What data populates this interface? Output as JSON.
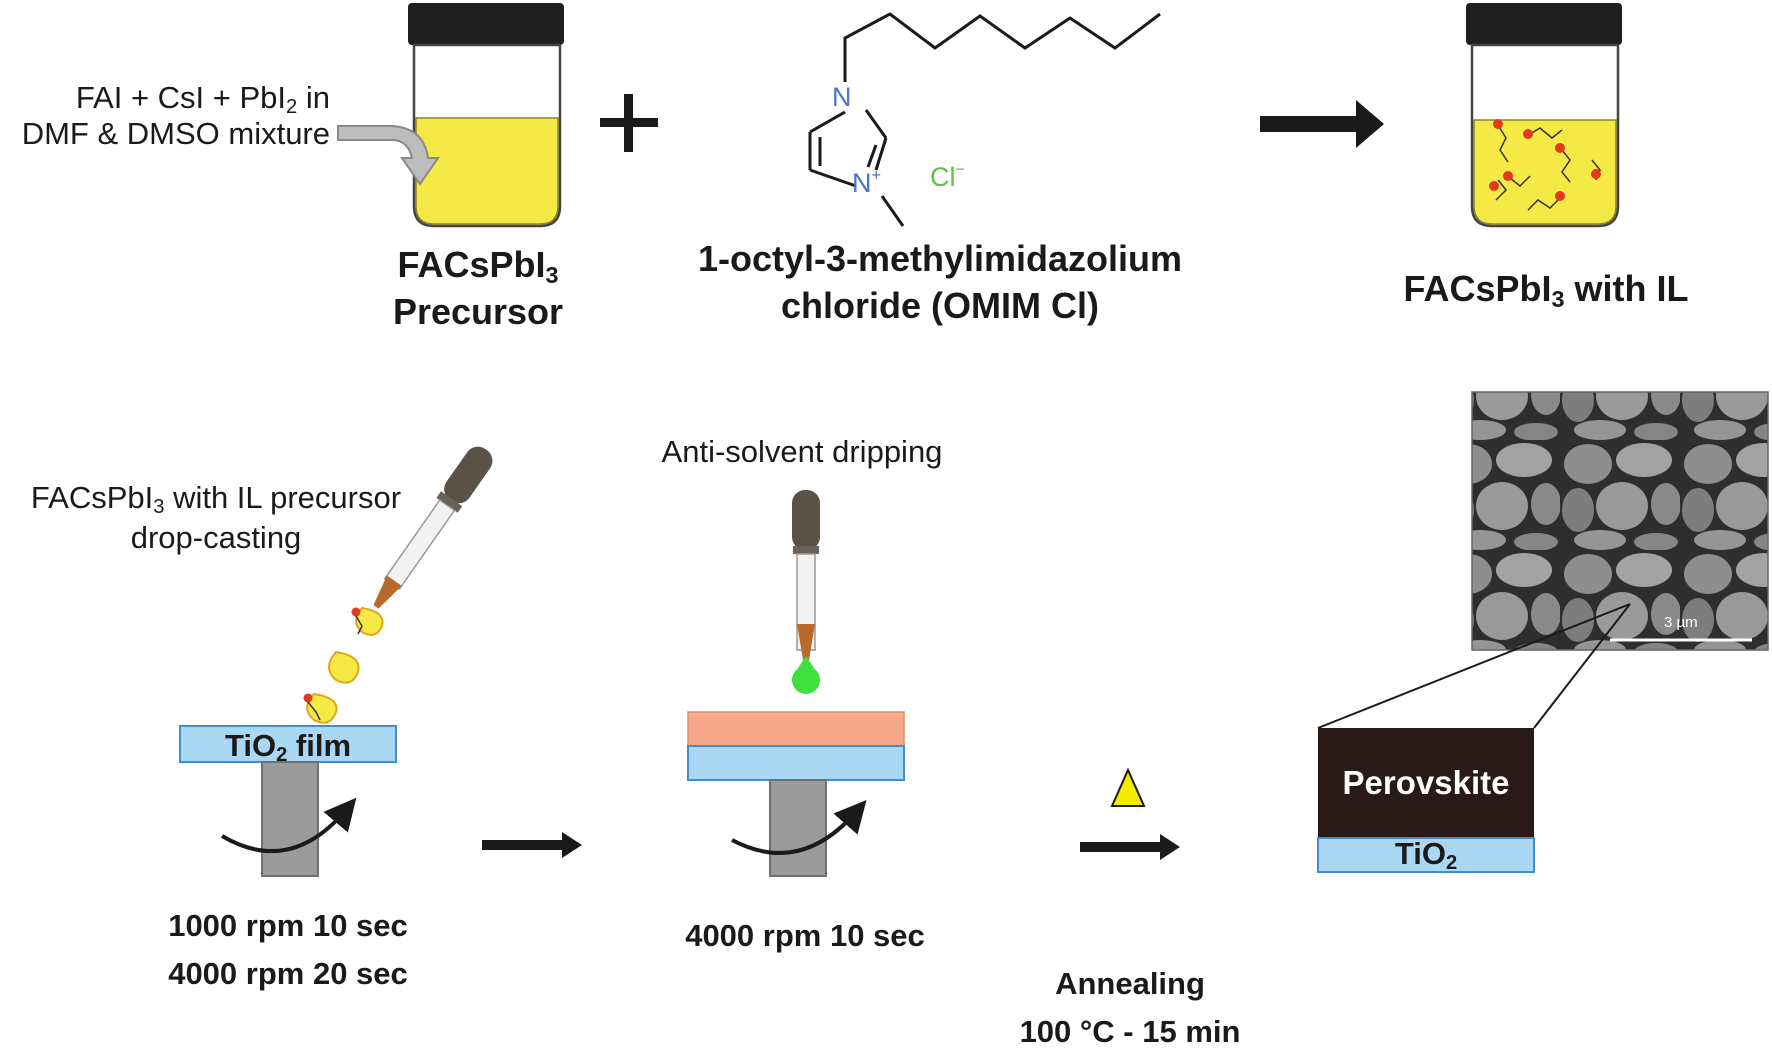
{
  "top": {
    "precursor_input": {
      "line1": "FAI + CsI + PbI",
      "line1_sub": "2",
      "line1_end": " in",
      "line2": "DMF & DMSO mixture"
    },
    "precursor_label": {
      "line1": "FACsPbI",
      "line1_sub": "3",
      "line2": "Precursor"
    },
    "plus_sign": "+",
    "molecule": {
      "atom_n1": "N",
      "atom_n2": "N",
      "charge_plus": "+",
      "anion": "Cl",
      "anion_charge": "−",
      "name_line1": "1-octyl-3-methylimidazolium",
      "name_line2": "chloride (OMIM Cl)"
    },
    "product_label": {
      "pre": "FACsPbI",
      "sub": "3",
      "post": " with IL"
    }
  },
  "bottom": {
    "dropcast_label": {
      "line1_pre": "FACsPbI",
      "line1_sub": "3",
      "line1_post": " with IL precursor",
      "line2": "drop-casting"
    },
    "film_label": {
      "pre": "TiO",
      "sub": "2",
      "post": " film"
    },
    "spin1": {
      "line1": "1000 rpm 10 sec",
      "line2": "4000 rpm 20 sec"
    },
    "antisolvent_label": "Anti-solvent dripping",
    "spin2": "4000 rpm 10 sec",
    "heat_symbol_name": "delta-triangle-icon",
    "annealing": {
      "line1": "Annealing",
      "line2": "100 °C - 15 min"
    },
    "perovskite_label": "Perovskite",
    "tio2_label": {
      "pre": "TiO",
      "sub": "2"
    },
    "sem_scale": "3 µm"
  },
  "colors": {
    "solution_yellow": "#f5ea45",
    "tio2_blue": "#a9d7f4",
    "perovskite_layer": "#f6a98a",
    "perovskite_block": "#2a1a17",
    "antisolvent_green": "#3ee13e",
    "atom_n": "#4b74c8",
    "chloride": "#56c541",
    "ion_dot": "#e03a1f"
  }
}
